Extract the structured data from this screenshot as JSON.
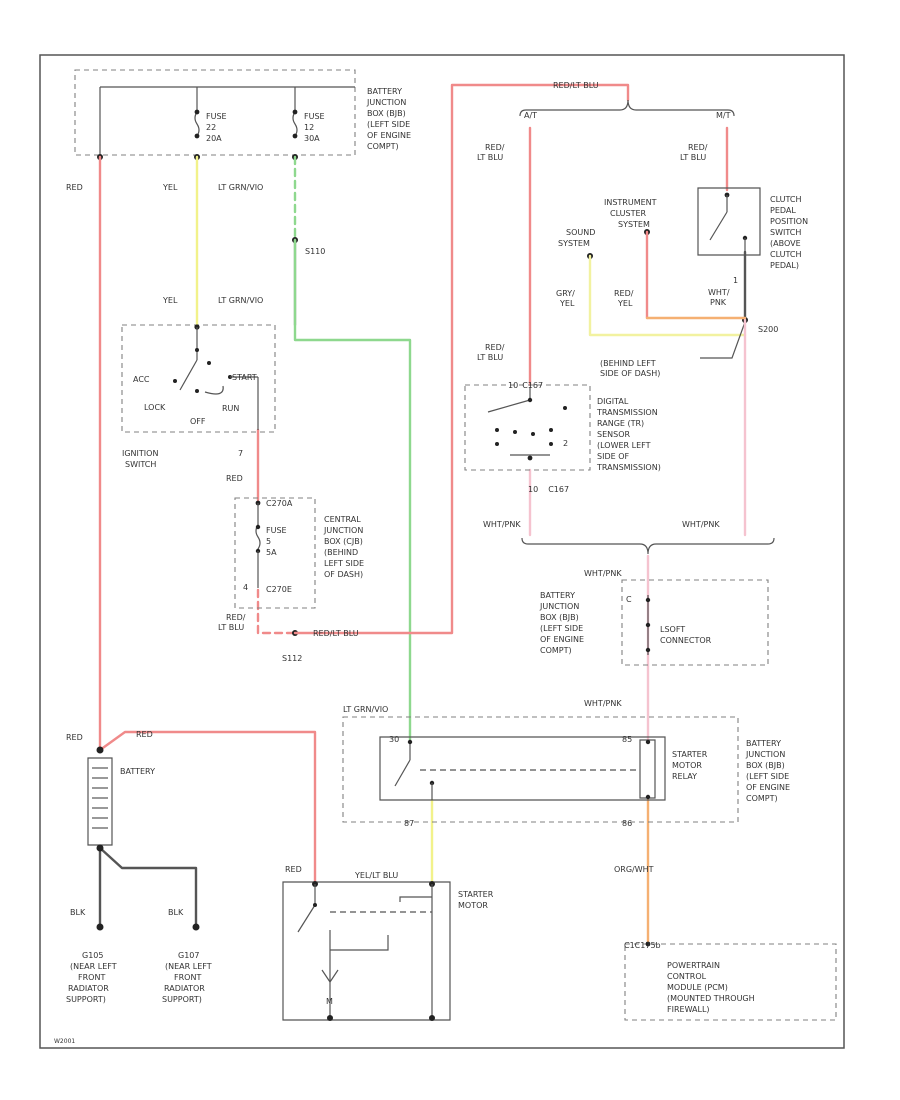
{
  "colors": {
    "red": "#f08a8a",
    "yellow": "#f2f28a",
    "green": "#8ed88e",
    "gray": "#9a9a9a",
    "pink": "#f5c3cf",
    "orange": "#f5b072",
    "dark": "#555555",
    "frame": "#555555"
  },
  "components": {
    "bjb_top": "BATTERY JUNCTION BOX (BJB) (LEFT SIDE OF ENGINE COMPT)",
    "fuse_22": "FUSE 22 20A",
    "fuse_12": "FUSE 12 30A",
    "splice_s110": "S110",
    "ignition_switch": "IGNITION SWITCH",
    "ign_acc": "ACC",
    "ign_lock": "LOCK",
    "ign_off": "OFF",
    "ign_run": "RUN",
    "ign_start": "START",
    "cjb": "CENTRAL JUNCTION BOX (CJB) (BEHIND LEFT SIDE OF DASH)",
    "cjb_fuse": "FUSE 5 5A",
    "cjb_conn_top": "C270A",
    "cjb_conn_bottom": "C270E",
    "splice_s112": "S112",
    "instrument_cluster": "INSTRUMENT CLUSTER SYSTEM",
    "sound_system": "SOUND SYSTEM",
    "clutch_switch": "CLUTCH PEDAL POSITION SWITCH (ABOVE CLUTCH PEDAL)",
    "splice_s200": "S200",
    "s200_location": "(BEHIND LEFT SIDE OF DASH)",
    "trs_sensor": "DIGITAL TRANSMISSION RANGE (TR) SENSOR (LOWER LEFT SIDE OF TRANSMISSION)",
    "trs_conn_top": "C167",
    "trs_conn_bottom": "C167",
    "trs_pin_10": "10",
    "trs_pin_2": "2",
    "at_label": "A/T",
    "mt_label": "M/T",
    "bjb_mid": "BATTERY JUNCTION BOX (BJB) (LEFT SIDE OF ENGINE COMPT)",
    "lsoft_connector": "LSOFT CONNECTOR",
    "bjb_relay": "BATTERY JUNCTION BOX (BJB) (LEFT SIDE OF ENGINE COMPT)",
    "starter_relay": "STARTER MOTOR RELAY",
    "relay_pin_30": "30",
    "relay_pin_87": "87",
    "relay_pin_85": "85",
    "relay_pin_86": "86",
    "battery": "BATTERY",
    "starter_motor": "STARTER MOTOR",
    "starter_pin_m": "M",
    "ground_g105": "G105 (NEAR LEFT FRONT RADIATOR SUPPORT)",
    "ground_g107": "G107 (NEAR LEFT FRONT RADIATOR SUPPORT)",
    "pcm": "POWERTRAIN CONTROL MODULE (PCM) (MOUNTED THROUGH FIREWALL)",
    "pcm_conn": "C1C175b",
    "diagram_id": "W2001"
  },
  "wires": {
    "red": "RED",
    "yel": "YEL",
    "lt_grn_vio": "LT GRN/VIO",
    "red_lt_blu": "RED/LT BLU",
    "red_lt_blu_stacked_1": "RED/",
    "red_lt_blu_stacked_2": "LT BLU",
    "gry_yel_1": "GRY/",
    "gry_yel_2": "YEL",
    "red_yel_1": "RED/",
    "red_yel_2": "YEL",
    "wht_pnk": "WHT/PNK",
    "yel_lt_blu": "YEL/LT BLU",
    "org_wht": "ORG/WHT",
    "blk": "BLK"
  }
}
